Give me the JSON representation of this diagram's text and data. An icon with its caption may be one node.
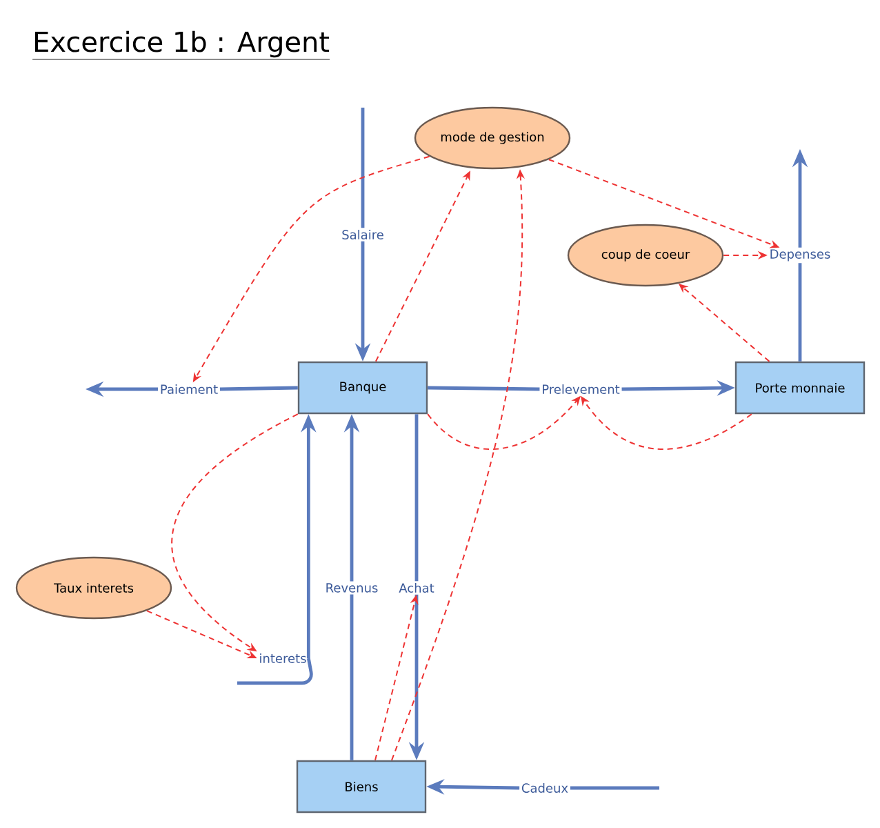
{
  "diagram": {
    "title": "Excercice 1b : Argent",
    "nodes": [
      {
        "text": [
          "mode de gestion"
        ]
      },
      {
        "text": [
          "coup de coeur"
        ]
      },
      {
        "text": [
          "Banque"
        ]
      },
      {
        "text": [
          "Porte monnaie"
        ]
      },
      {
        "text": [
          "Taux interets"
        ]
      },
      {
        "text": [
          "Biens"
        ]
      },
      {
        "text": [
          "Salaire"
        ]
      },
      {
        "text": [
          "Paiement"
        ]
      },
      {
        "text": [
          "Prelevement"
        ]
      },
      {
        "text": [
          "Depenses"
        ]
      },
      {
        "text": [
          "interets"
        ]
      },
      {
        "text": [
          "Revenus"
        ]
      },
      {
        "text": [
          "Achat"
        ]
      },
      {
        "text": [
          "Cadeux"
        ]
      }
    ],
    "edges": [
      {
        "from": null,
        "to": 6,
        "arrow": "none"
      },
      {
        "from": 6,
        "to": 2,
        "arrow": "to"
      },
      {
        "from": 2,
        "to": 7,
        "arrow": "none"
      },
      {
        "from": 7,
        "to": null,
        "arrow": "to"
      },
      {
        "from": 2,
        "to": 8,
        "arrow": "none"
      },
      {
        "from": 8,
        "to": 3,
        "arrow": "to"
      },
      {
        "from": 3,
        "to": 9,
        "arrow": "none"
      },
      {
        "from": 9,
        "to": null,
        "arrow": "to"
      },
      {
        "from": null,
        "to": 10,
        "arrow": "none"
      },
      {
        "from": 10,
        "to": 2,
        "arrow": "to"
      },
      {
        "from": 5,
        "to": 11,
        "arrow": "none"
      },
      {
        "from": 11,
        "to": 2,
        "arrow": "to"
      },
      {
        "from": 2,
        "to": 12,
        "arrow": "none"
      },
      {
        "from": 12,
        "to": 5,
        "arrow": "to"
      },
      {
        "from": null,
        "to": 13,
        "arrow": "none"
      },
      {
        "from": 13,
        "to": 5,
        "arrow": "to"
      },
      {
        "from": 0,
        "to": 7,
        "arrow": "to",
        "style": "dashed",
        "color": "#ee3333"
      },
      {
        "from": 2,
        "to": 0,
        "arrow": "to",
        "style": "dashed",
        "color": "#ee3333"
      },
      {
        "from": 0,
        "to": 9,
        "arrow": "to",
        "style": "dashed",
        "color": "#ee3333"
      },
      {
        "from": 5,
        "to": 0,
        "arrow": "to",
        "style": "dashed",
        "color": "#ee3333"
      },
      {
        "from": 1,
        "to": 9,
        "arrow": "to",
        "style": "dashed",
        "color": "#ee3333"
      },
      {
        "from": 3,
        "to": 1,
        "arrow": "to",
        "style": "dashed",
        "color": "#ee3333"
      },
      {
        "from": 2,
        "to": 8,
        "arrow": "to",
        "style": "dashed",
        "color": "#ee3333"
      },
      {
        "from": 3,
        "to": 8,
        "arrow": "to",
        "style": "dashed",
        "color": "#ee3333"
      },
      {
        "from": 2,
        "to": 10,
        "arrow": "to",
        "style": "dashed",
        "color": "#ee3333"
      },
      {
        "from": 4,
        "to": 10,
        "arrow": "to",
        "style": "dashed",
        "color": "#ee3333"
      },
      {
        "from": 5,
        "to": 12,
        "arrow": "to",
        "style": "dashed",
        "color": "#ee3333"
      }
    ]
  }
}
